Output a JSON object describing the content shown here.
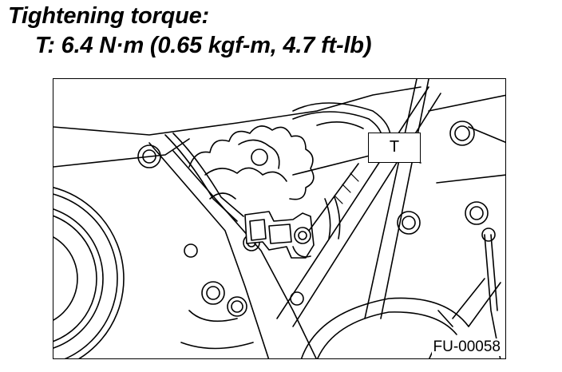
{
  "heading": "Tightening torque:",
  "torque_spec": "T: 6.4 N·m (0.65 kgf-m, 4.7 ft-lb)",
  "figure": {
    "callout_label": "T",
    "code": "FU-00058"
  }
}
